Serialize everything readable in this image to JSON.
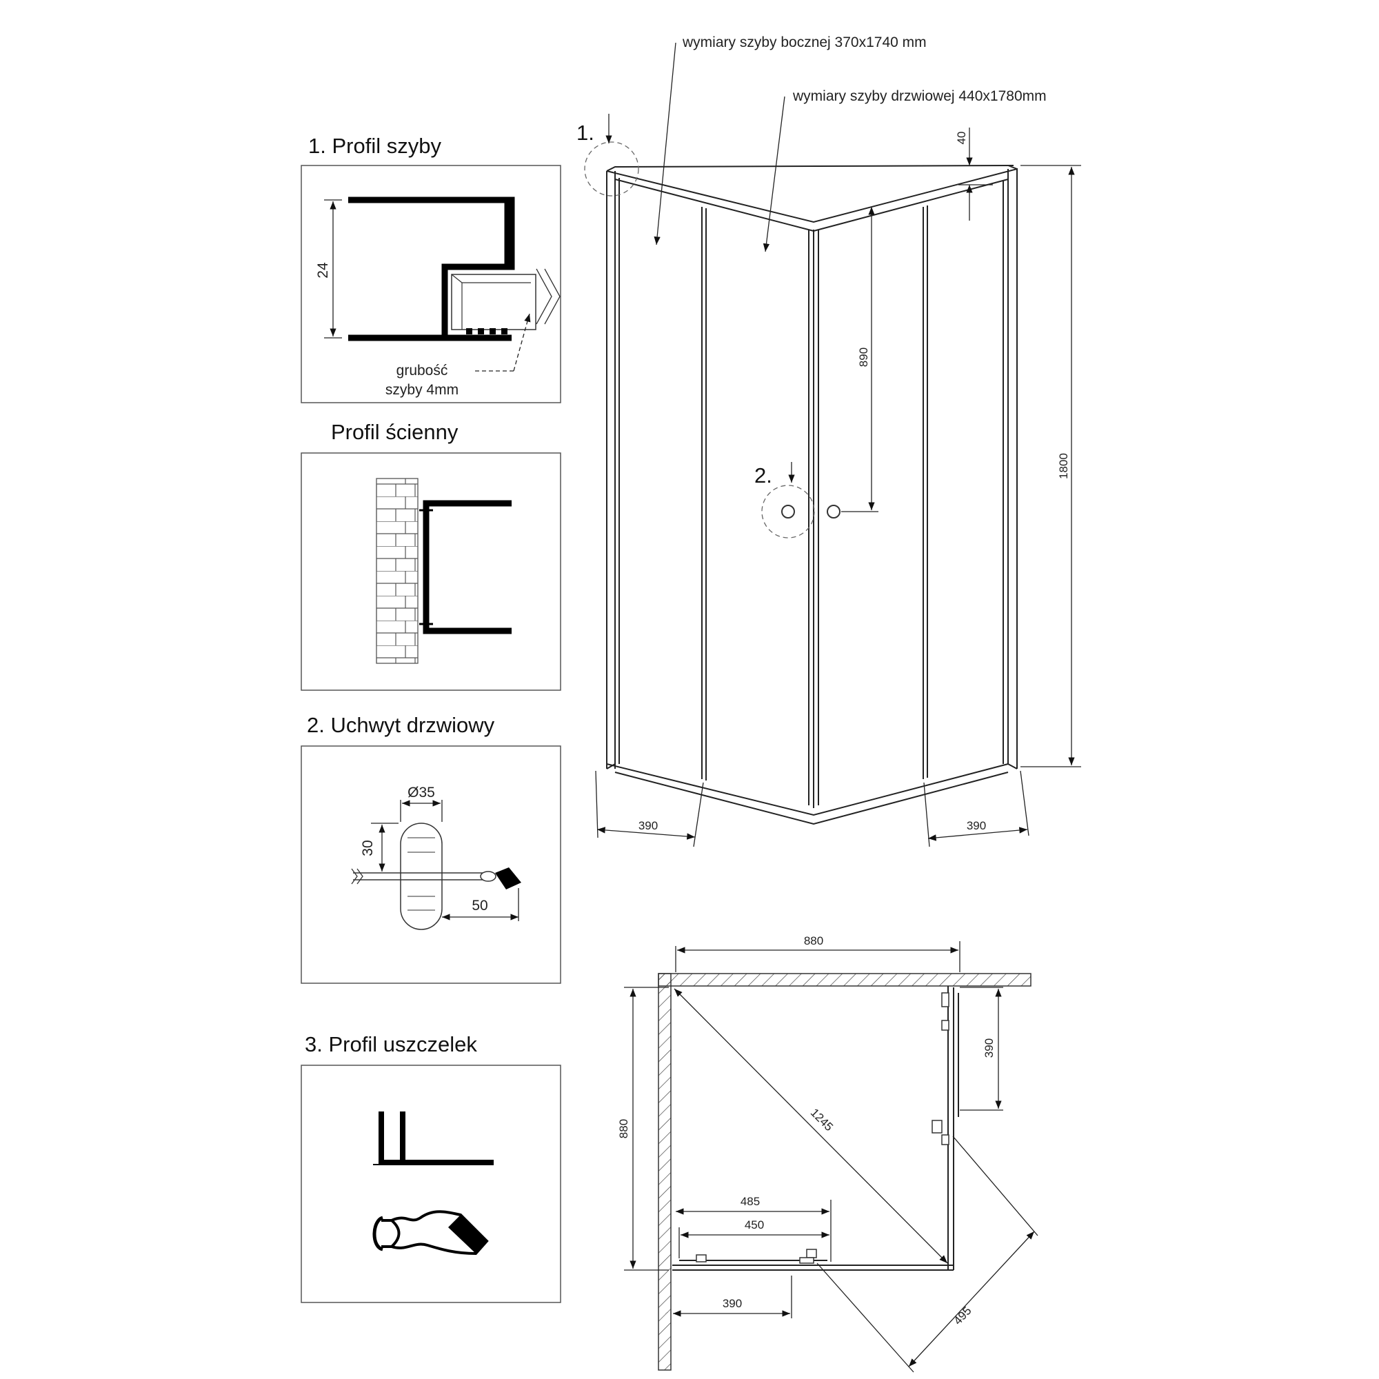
{
  "annotations": {
    "side_glass": "wymiary szyby bocznej 370x1740 mm",
    "door_glass": "wymiary szyby drzwiowej 440x1780mm",
    "marker1": "1.",
    "marker2": "2."
  },
  "panels": {
    "glass_profile": {
      "title": "1. Profil szyby",
      "dim_height": "24",
      "thickness_line1": "grubość",
      "thickness_line2": "szyby 4mm"
    },
    "wall_profile": {
      "title": "Profil ścienny"
    },
    "door_handle": {
      "title": "2. Uchwyt drzwiowy",
      "diameter": "Ø35",
      "dim_30": "30",
      "dim_50": "50"
    },
    "seal_profile": {
      "title": "3. Profil uszczelek"
    }
  },
  "front_view": {
    "height_total": "1800",
    "top_offset": "40",
    "handle_height": "890",
    "bottom_left": "390",
    "bottom_right": "390"
  },
  "plan_view": {
    "width_top": "880",
    "height_left": "880",
    "diagonal": "1245",
    "right_upper": "390",
    "door_485": "485",
    "door_450": "450",
    "bottom_390": "390",
    "corner_495": "495"
  },
  "colors": {
    "line": "#222222",
    "fill": "#000000",
    "box": "#555555"
  }
}
